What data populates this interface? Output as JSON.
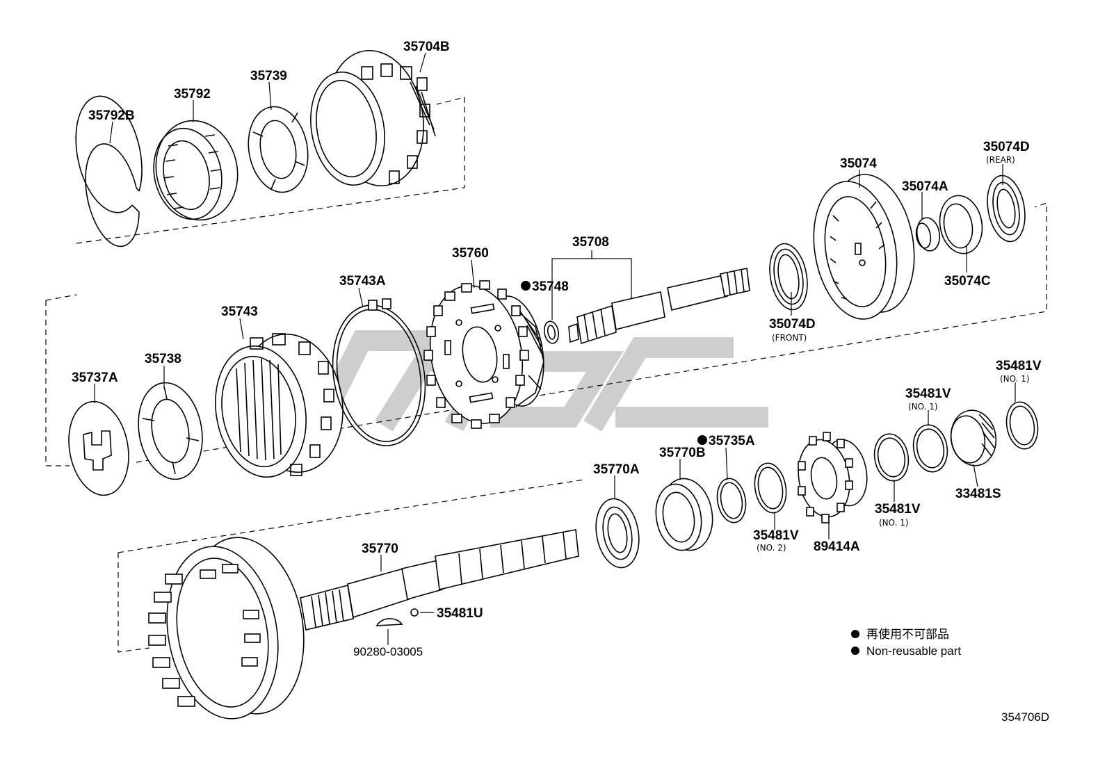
{
  "parts": {
    "p35792B": "35792B",
    "p35792": "35792",
    "p35739": "35739",
    "p35704B": "35704B",
    "p35074D_rear": "35074D",
    "p35074D_rear_note": "(REAR)",
    "p35074": "35074",
    "p35074A": "35074A",
    "p35074C": "35074C",
    "p35074D_front": "35074D",
    "p35074D_front_note": "(FRONT)",
    "p35708": "35708",
    "p35748": "35748",
    "p35760": "35760",
    "p35743A": "35743A",
    "p35743": "35743",
    "p35738": "35738",
    "p35737A": "35737A",
    "p35481V_a": "35481V",
    "p35481V_a_note": "(NO. 1)",
    "p35481V_b": "35481V",
    "p35481V_b_note": "(NO. 1)",
    "p35481V_c": "35481V",
    "p35481V_c_note": "(NO. 1)",
    "p35481V_d": "35481V",
    "p35481V_d_note": "(NO. 2)",
    "p33481S": "33481S",
    "p89414A": "89414A",
    "p35735A": "35735A",
    "p35770B": "35770B",
    "p35770A": "35770A",
    "p35770": "35770",
    "p35481U": "35481U",
    "p90280": "90280-03005"
  },
  "legend": {
    "line1": "再使用不可部品",
    "line2": "Non-reusable part"
  },
  "diagram_code": "354706D"
}
